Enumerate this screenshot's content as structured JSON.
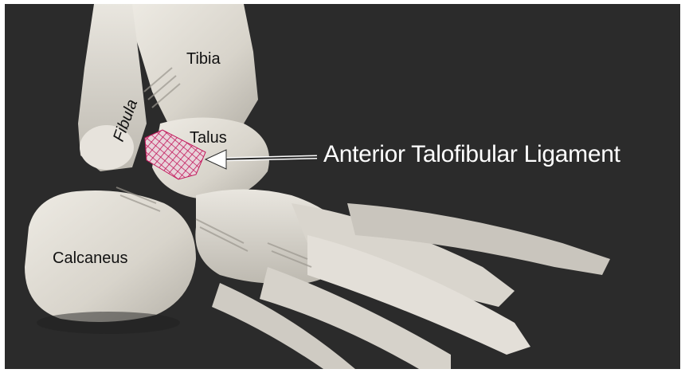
{
  "labels": {
    "tibia": "Tibia",
    "fibula": "Fibula",
    "talus": "Talus",
    "calcaneus": "Calcaneus",
    "ligament": "Anterior Talofibular Ligament"
  },
  "colors": {
    "background": "#2b2b2b",
    "bone": "#dedbd3",
    "bone_shadow": "#a9a59c",
    "ligament_highlight": "#c2185b",
    "arrow": "#ffffff",
    "frame": "#ffffff"
  }
}
